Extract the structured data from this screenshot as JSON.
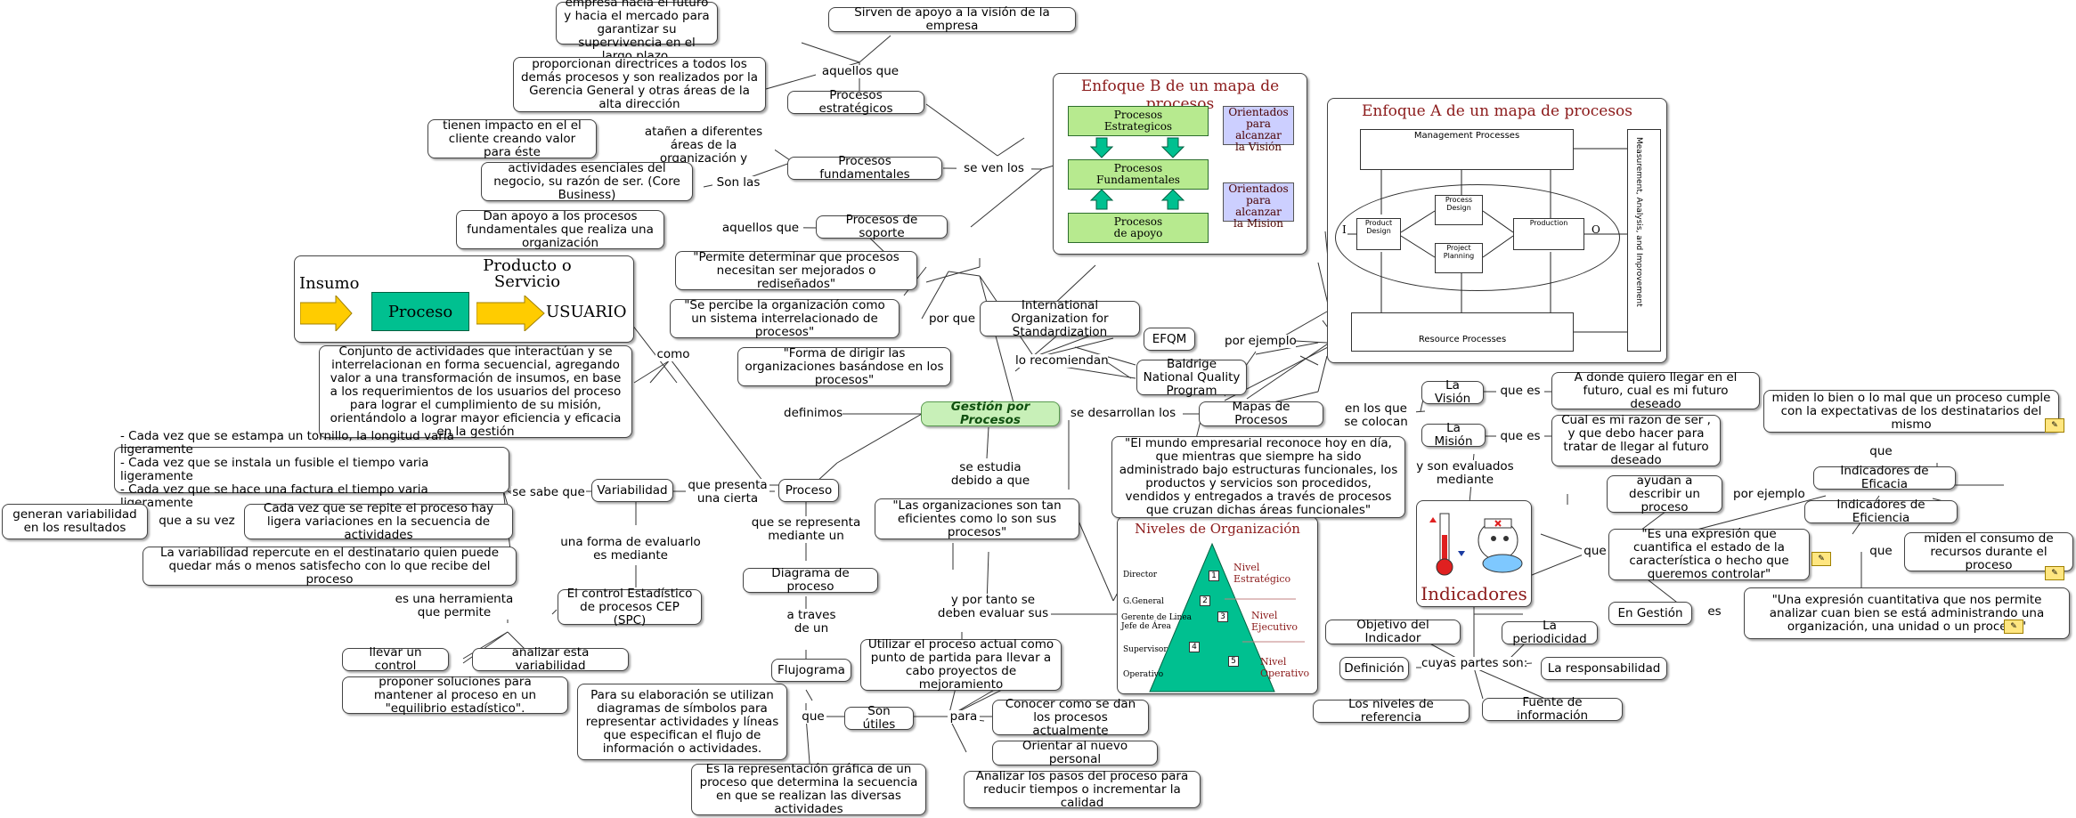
{
  "colors": {
    "center_fill": "#c8f0b8",
    "panel_green": "#b7ea8f",
    "panel_side": "#cccfff",
    "title_red": "#8b1a1a",
    "arrow_yellow": "#ffcc00",
    "process_green": "#00c090",
    "pyramid_green": "#00c090"
  },
  "center": "Gestión por Procesos",
  "nodes": {
    "apoyo_vision": "Sirven de apoyo a la visión de la empresa",
    "futuro": "Son las que orientan la empresa hacia el futuro y hacia el mercado para garantizar su supervivencia en el largo plazo.",
    "directrices": "proporcionan directrices a todos los demás procesos y son realizados por la Gerencia General y otras áreas de la alta dirección",
    "estrategicos": "Procesos estratégicos",
    "impacto": "tienen impacto en el el cliente creando valor para éste",
    "esenciales": "actividades esenciales del negocio, su razón de ser. (Core Business)",
    "fundamentales": "Procesos fundamentales",
    "dan_apoyo": "Dan apoyo a los procesos fundamentales que realiza una organización",
    "soporte": "Procesos de soporte",
    "permite": "\"Permite determinar que procesos necesitan ser mejorados o rediseñados\"",
    "sistema": "\"Se percibe la organización como un sistema interrelacionado de procesos\"",
    "forma": "\"Forma de dirigir las organizaciones basándose en los procesos\"",
    "iso": "International Organization for Standardization",
    "efqm": "EFQM",
    "baldrige": "Baldrige National Quality Program",
    "conjunto": "Conjunto de actividades que interactúan y se interrelacionan en forma secuencial, agregando valor a una transformación de insumos, en base a los requerimientos de los usuarios del proceso para lograr el cumplimiento de su misión, orientándolo a lograr mayor eficiencia y eficacia en la gestión",
    "cada_vez": "- Cada vez que se estampa un tornillo, la longitud varia ligeramente\n- Cada vez que se instala un fusible el tiempo varia ligeramente\n- Cada vez que se hace una factura el tiempo varia ligeramente",
    "variabilidad": "Variabilidad",
    "proceso": "Proceso",
    "generan": "generan variabilidad en los resultados",
    "repite": "Cada vez que se repite el proceso hay ligera variaciones en la secuencia de actividades",
    "repercute": "La variabilidad repercute en el destinatario quien puede quedar más o menos satisfecho con lo que recibe del proceso",
    "cep": "El control Estadístico de procesos CEP (SPC)",
    "controlar": "llevar un control",
    "analizar": "analizar esta variabilidad",
    "proponer": "proponer soluciones para mantener al proceso en un \"equilibrio estadístico\".",
    "diagrama": "Diagrama de proceso",
    "flujograma": "Flujograma",
    "elaboracion": "Para su elaboración se utilizan diagramas de símbolos para representar actividades y líneas que especifican el flujo de información o actividades.",
    "utiles": "Son útiles",
    "representacion": "Es la representación gráfica de un proceso que determina la secuencia en que se realizan las diversas actividades",
    "utilizar": "Utilizar el proceso actual como punto de partida para llevar a cabo proyectos de mejoramiento",
    "conocer": "Conocer como se dan los procesos actualmente",
    "orientar": "Orientar al nuevo personal",
    "analizar_pasos": "Analizar los pasos del proceso para reducir tiempos o incrementar la calidad",
    "eficientes": "\"Las organizaciones son tan eficientes como lo son sus procesos\"",
    "mundo": "\"El mundo empresarial reconoce hoy en día, que mientras que siempre ha sido administrado bajo estructuras funcionales, los productos y servicios son procedidos, vendidos y entregados a través de procesos que cruzan dichas áreas funcionales\"",
    "mapas": "Mapas de Procesos",
    "la_vision": "La Visión",
    "la_mision": "La Misión",
    "donde": "A donde quiero llegar en el futuro, cual es mi futuro deseado",
    "razon": "Cual es mi razon de ser , y que debo hacer para tratar de llegar al futuro deseado",
    "miden_bien": "miden lo bien o lo mal que un proceso cumple con la expectativas de los destinatarios del mismo",
    "ef_eficacia": "Indicadores de Eficacia",
    "ef_eficiencia": "Indicadores de Eficiencia",
    "ayudan": "ayudan a describir un proceso",
    "expresion1": "\"Es una expresión que cuantifica el estado de la característica o hecho que queremos controlar\"",
    "consumo": "miden el consumo de recursos durante el proceso",
    "en_gestion": "En Gestión",
    "expresion2": "\"Una expresión cuantitativa que nos permite analizar cuan bien se está administrando una organización, una unidad o un proceso\"",
    "objetivo": "Objetivo del Indicador",
    "periodicidad": "La periodicidad",
    "definicion": "Definición",
    "responsabilidad": "La responsabilidad",
    "niveles_ref": "Los niveles de referencia",
    "fuente": "Fuente de información",
    "indicadores": "Indicadores"
  },
  "labels": {
    "aquellos_que": "aquellos que",
    "atanen": "atañen a diferentes\náreas de la organización y",
    "son_las": "Son las",
    "se_ven_los": "se ven los",
    "aquellos_que2": "aquellos que",
    "por_que": "por que",
    "lo_recomiendan": "lo recomiendan",
    "como": "como",
    "definimos": "definimos",
    "se_desarrollan": "se desarrollan los",
    "por_ejemplo": "por ejemplo",
    "en_los_que": "en los que\nse colocan",
    "que_es1": "que es",
    "que_es2": "que es",
    "y_son": "y son evaluados\nmediante",
    "se_sabe": "se sabe que",
    "que_presenta": "que presenta\nuna cierta",
    "a_su_vez": "que a su vez",
    "forma_evaluarlo": "una forma de evaluarlo\nes mediante",
    "herramienta": "es una herramienta\nque permite",
    "se_estudia": "se estudia\ndebido a que",
    "se_representa": "que se representa\nmediante un",
    "a_traves": "a traves\nde un",
    "y_por_tanto": "y por tanto se\ndeben evaluar sus",
    "que": "que",
    "para": "para",
    "que_ind": "que",
    "por_ejemplo2": "por ejemplo",
    "que2": "que",
    "es": "es",
    "cuyas": "cuyas partes son:"
  },
  "insumo_panel": {
    "insumo": "Insumo",
    "producto": "Producto o\nServicio",
    "proceso": "Proceso",
    "usuario": "USUARIO"
  },
  "enfoque_b": {
    "title": "Enfoque B de un mapa de procesos",
    "box1": "Procesos\nEstrategicos",
    "box2": "Procesos\nFundamentales",
    "box3": "Procesos\nde apoyo",
    "side1": "Orientados\npara alcanzar\nla Visión",
    "side2": "Orientados\npara alcanzar\nla Mision"
  },
  "enfoque_a": {
    "title": "Enfoque A de un mapa de procesos",
    "management": "Management Processes",
    "resource": "Resource Processes",
    "product_design": "Product Design",
    "process_design": "Process Design",
    "project_planning": "Project Planning",
    "production": "Production",
    "measurement": "Measurement, Analysis, and Improvement",
    "i": "I",
    "o": "O"
  },
  "niveles": {
    "title": "Niveles de Organización",
    "left": [
      "Director",
      "G.General",
      "Gerente de Linea\nJefe de Área",
      "Supervisor",
      "Operativo"
    ],
    "right": [
      "Nivel\nEstratégico",
      "Nivel\nEjecutivo",
      "Nivel\nOperativo"
    ],
    "nums": [
      "1",
      "2",
      "3",
      "4",
      "5"
    ]
  }
}
